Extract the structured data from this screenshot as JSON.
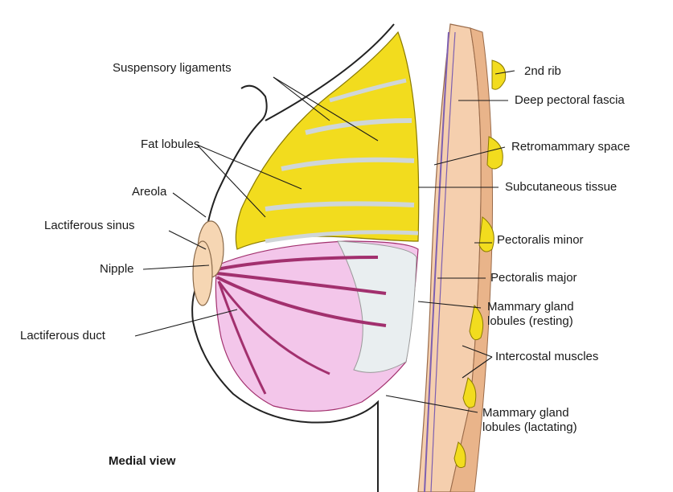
{
  "labels": {
    "suspensory_ligaments": "Suspensory ligaments",
    "fat_lobules": "Fat lobules",
    "areola": "Areola",
    "lactiferous_sinus": "Lactiferous sinus",
    "nipple": "Nipple",
    "lactiferous_duct": "Lactiferous duct",
    "rib_2nd": "2nd rib",
    "deep_pectoral_fascia": "Deep pectoral fascia",
    "retromammary_space": "Retromammary space",
    "subcutaneous_tissue": "Subcutaneous tissue",
    "pectoralis_minor": "Pectoralis minor",
    "pectoralis_major": "Pectoralis major",
    "mammary_resting_line1": "Mammary gland",
    "mammary_resting_line2": "lobules (resting)",
    "intercostal_muscles": "Intercostal muscles",
    "mammary_lactating_line1": "Mammary gland",
    "mammary_lactating_line2": "lobules (lactating)",
    "medial_view": "Medial view"
  },
  "colors": {
    "fat": "#f2dc1e",
    "fat_dark": "#c9a800",
    "gland_pink": "#f3c6ea",
    "duct": "#a2306e",
    "muscle": "#f3c7a4",
    "areola": "#f6d6b3",
    "connective": "#cfd6d8",
    "outline": "#222222"
  }
}
